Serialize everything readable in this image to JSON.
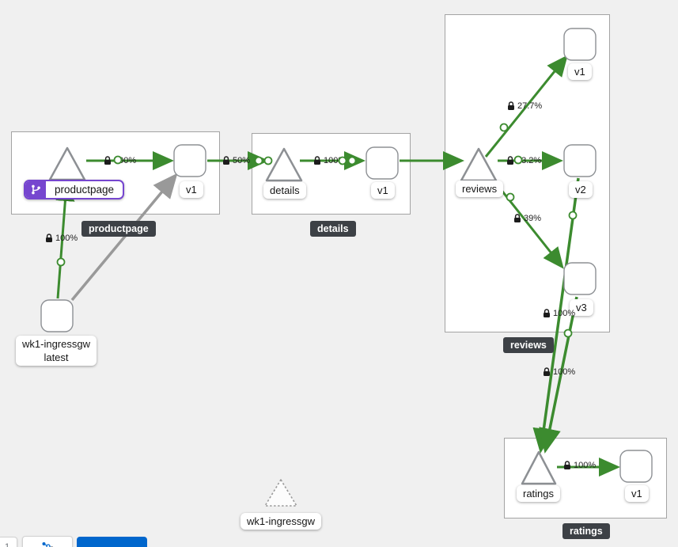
{
  "graph": {
    "groups": [
      {
        "tooltip": "productpage"
      },
      {
        "tooltip": "details"
      },
      {
        "tooltip": "reviews"
      },
      {
        "tooltip": "ratings"
      }
    ],
    "services": {
      "productpage": "productpage",
      "details": "details",
      "reviews": "reviews",
      "ratings": "ratings",
      "idle": "wk1-ingressgw"
    },
    "workloads": {
      "productpage_v1": "v1",
      "details_v1": "v1",
      "reviews_v1": "v1",
      "reviews_v2": "v2",
      "reviews_v3": "v3",
      "ratings_v1": "v1",
      "ingress_name": "wk1-ingressgw",
      "ingress_version": "latest"
    },
    "edges": {
      "ingress_to_productpage": "100%",
      "productpage_to_v1": "100%",
      "productpage_to_details": "50%",
      "details_to_v1": "100%",
      "reviews_to_v1": "27.7%",
      "reviews_to_v2": "33.2%",
      "reviews_to_v3": "39%",
      "reviews_v3_to_ratings": "100%",
      "reviews_v2_to_ratings": "100%",
      "ratings_to_v1": "100%"
    }
  },
  "toolbar": {
    "zoom_text": "1"
  },
  "colors": {
    "edge_green": "#3c8b2f",
    "edge_gray": "#999999",
    "virtual_service_purple": "#7646cf",
    "tooltip_bg": "#3d4146",
    "primary_blue": "#0066cc",
    "node_border": "#8d9094"
  }
}
